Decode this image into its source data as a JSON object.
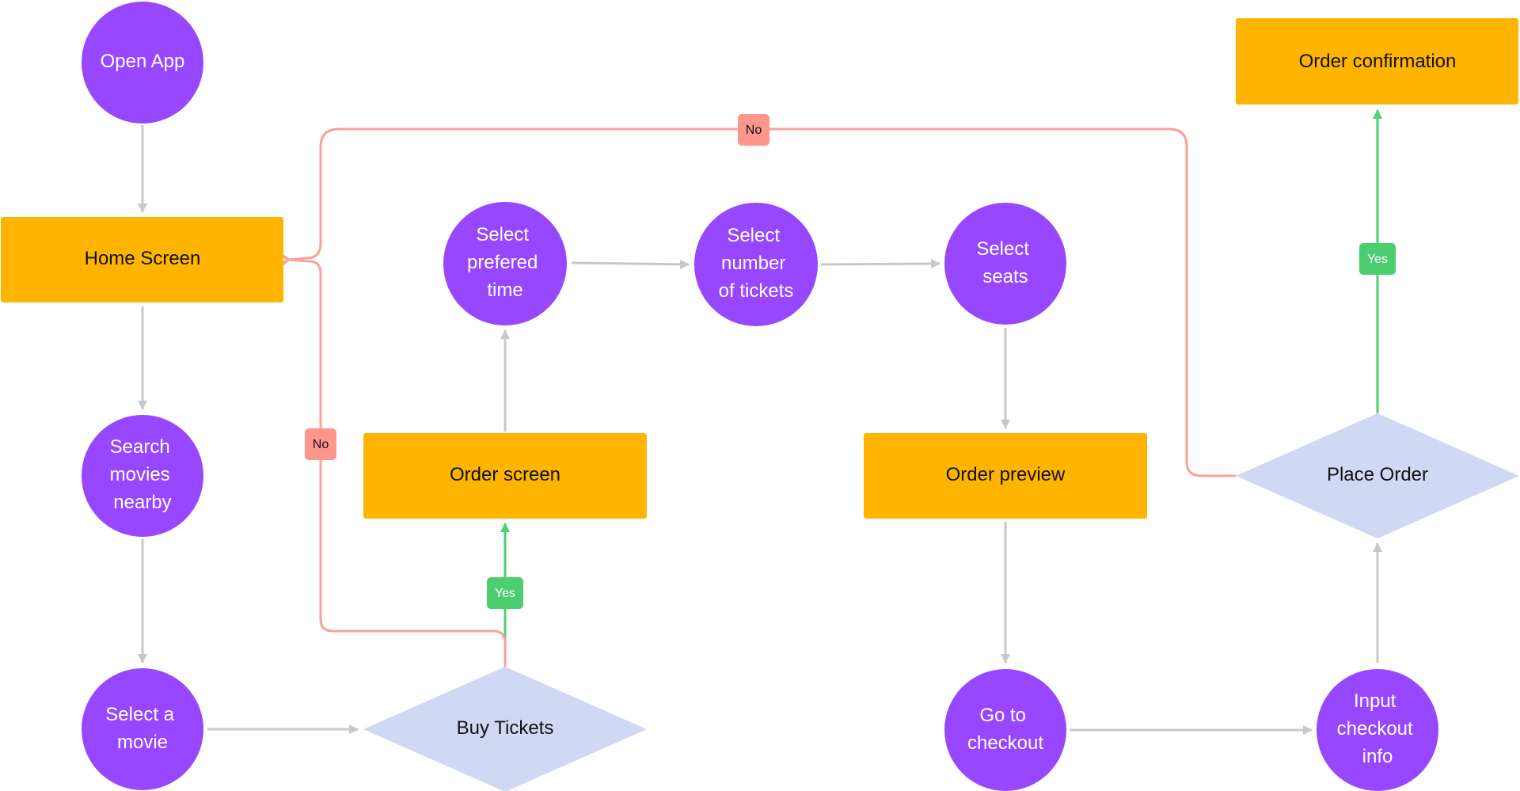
{
  "colors": {
    "circle": "#9747ff",
    "rect": "#ffb500",
    "diamond": "#d0d9f3",
    "flow_arrow": "#c8c8c8",
    "no_path": "#f6a39b",
    "yes_path": "#4cd072",
    "no_badge": "#ff968c",
    "yes_badge": "#4ccd6f",
    "text_light": "#ffffff",
    "text_dark": "#111111"
  },
  "nodes": {
    "open_app": [
      "Open App"
    ],
    "home_screen": [
      "Home Screen"
    ],
    "search_movies": [
      "Search",
      "movies",
      "nearby"
    ],
    "select_movie": [
      "Select a",
      "movie"
    ],
    "buy_tickets": [
      "Buy Tickets"
    ],
    "order_screen": [
      "Order screen"
    ],
    "select_time": [
      "Select",
      "prefered",
      "time"
    ],
    "select_number": [
      "Select",
      "number",
      "of tickets"
    ],
    "select_seats": [
      "Select",
      "seats"
    ],
    "order_preview": [
      "Order preview"
    ],
    "go_to_checkout": [
      "Go to",
      "checkout"
    ],
    "input_checkout": [
      "Input",
      "checkout",
      "info"
    ],
    "place_order": [
      "Place Order"
    ],
    "order_confirmation": [
      "Order confirmation"
    ]
  },
  "labels": {
    "no_top": "No",
    "no_left": "No",
    "yes_buy": "Yes",
    "yes_place": "Yes"
  }
}
